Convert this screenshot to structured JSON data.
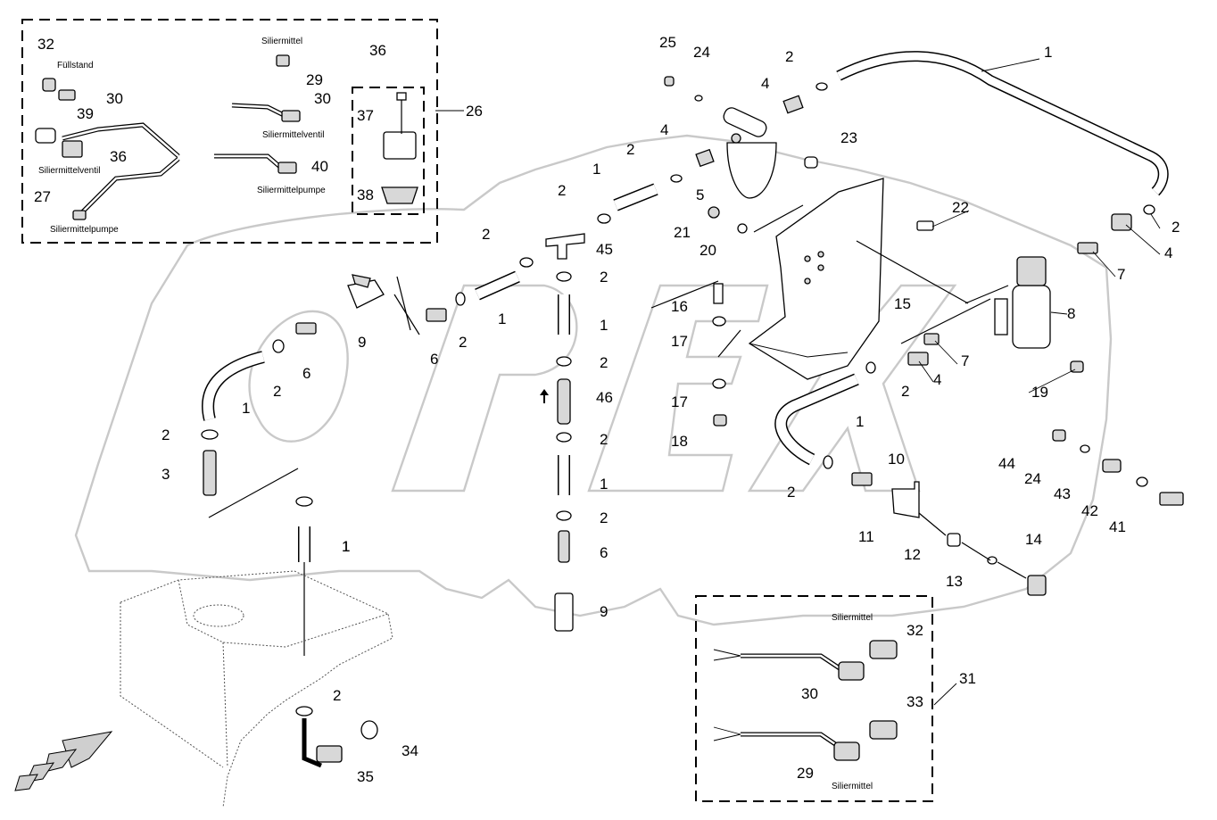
{
  "corner_ref": "",
  "labels": {
    "fuellstand": "Füllstand",
    "siliermittel_top": "Siliermittel",
    "siliermittelventil_right": "Siliermittelventil",
    "siliermittelventil_left": "Siliermittelventil",
    "siliermittelpumpe_right": "Siliermittelpumpe",
    "siliermittelpumpe_left": "Siliermittelpumpe",
    "siliermittel_box2_top": "Siliermittel",
    "siliermittel_box2_bottom": "Siliermittel"
  },
  "parts": [
    {
      "id": "p32a",
      "num": "32"
    },
    {
      "id": "p30a",
      "num": "30"
    },
    {
      "id": "p39",
      "num": "39"
    },
    {
      "id": "p36a",
      "num": "36"
    },
    {
      "id": "p27",
      "num": "27"
    },
    {
      "id": "p29a",
      "num": "29"
    },
    {
      "id": "p30b",
      "num": "30"
    },
    {
      "id": "p40",
      "num": "40"
    },
    {
      "id": "p36b",
      "num": "36"
    },
    {
      "id": "p37",
      "num": "37"
    },
    {
      "id": "p38",
      "num": "38"
    },
    {
      "id": "p26",
      "num": "26"
    },
    {
      "id": "p25",
      "num": "25"
    },
    {
      "id": "p24a",
      "num": "24"
    },
    {
      "id": "p2a",
      "num": "2"
    },
    {
      "id": "p1a",
      "num": "1"
    },
    {
      "id": "p4a",
      "num": "4"
    },
    {
      "id": "p4b",
      "num": "4"
    },
    {
      "id": "p23",
      "num": "23"
    },
    {
      "id": "p2b",
      "num": "2"
    },
    {
      "id": "p5",
      "num": "5"
    },
    {
      "id": "p1b",
      "num": "1"
    },
    {
      "id": "p2c",
      "num": "2"
    },
    {
      "id": "p22",
      "num": "22"
    },
    {
      "id": "p21",
      "num": "21"
    },
    {
      "id": "p20",
      "num": "20"
    },
    {
      "id": "p2d",
      "num": "2"
    },
    {
      "id": "p4c",
      "num": "4"
    },
    {
      "id": "p2e",
      "num": "2"
    },
    {
      "id": "p45",
      "num": "45"
    },
    {
      "id": "p7a",
      "num": "7"
    },
    {
      "id": "p2f",
      "num": "2"
    },
    {
      "id": "p16",
      "num": "16"
    },
    {
      "id": "p15",
      "num": "15"
    },
    {
      "id": "p8",
      "num": "8"
    },
    {
      "id": "p1c",
      "num": "1"
    },
    {
      "id": "p1d",
      "num": "1"
    },
    {
      "id": "p9a",
      "num": "9"
    },
    {
      "id": "p6a",
      "num": "6"
    },
    {
      "id": "p2g",
      "num": "2"
    },
    {
      "id": "p6b",
      "num": "6"
    },
    {
      "id": "p17a",
      "num": "17"
    },
    {
      "id": "p7b",
      "num": "7"
    },
    {
      "id": "p2h",
      "num": "2"
    },
    {
      "id": "p2i",
      "num": "2"
    },
    {
      "id": "p4d",
      "num": "4"
    },
    {
      "id": "p19",
      "num": "19"
    },
    {
      "id": "p1e",
      "num": "1"
    },
    {
      "id": "p46",
      "num": "46"
    },
    {
      "id": "p17b",
      "num": "17"
    },
    {
      "id": "p2j",
      "num": "2"
    },
    {
      "id": "p18",
      "num": "18"
    },
    {
      "id": "p1f",
      "num": "1"
    },
    {
      "id": "p2k",
      "num": "2"
    },
    {
      "id": "p3",
      "num": "3"
    },
    {
      "id": "p1g",
      "num": "1"
    },
    {
      "id": "p44",
      "num": "44"
    },
    {
      "id": "p24b",
      "num": "24"
    },
    {
      "id": "p10",
      "num": "10"
    },
    {
      "id": "p2l",
      "num": "2"
    },
    {
      "id": "p1h",
      "num": "1"
    },
    {
      "id": "p43",
      "num": "43"
    },
    {
      "id": "p42",
      "num": "42"
    },
    {
      "id": "p41",
      "num": "41"
    },
    {
      "id": "p2m",
      "num": "2"
    },
    {
      "id": "p11",
      "num": "11"
    },
    {
      "id": "p1i",
      "num": "1"
    },
    {
      "id": "p2n",
      "num": "2"
    },
    {
      "id": "p12",
      "num": "12"
    },
    {
      "id": "p14",
      "num": "14"
    },
    {
      "id": "p6c",
      "num": "6"
    },
    {
      "id": "p13",
      "num": "13"
    },
    {
      "id": "p9b",
      "num": "9"
    },
    {
      "id": "p32b",
      "num": "32"
    },
    {
      "id": "p31",
      "num": "31"
    },
    {
      "id": "p30c",
      "num": "30"
    },
    {
      "id": "p33",
      "num": "33"
    },
    {
      "id": "p29b",
      "num": "29"
    },
    {
      "id": "p2o",
      "num": "2"
    },
    {
      "id": "p34",
      "num": "34"
    },
    {
      "id": "p35",
      "num": "35"
    }
  ]
}
